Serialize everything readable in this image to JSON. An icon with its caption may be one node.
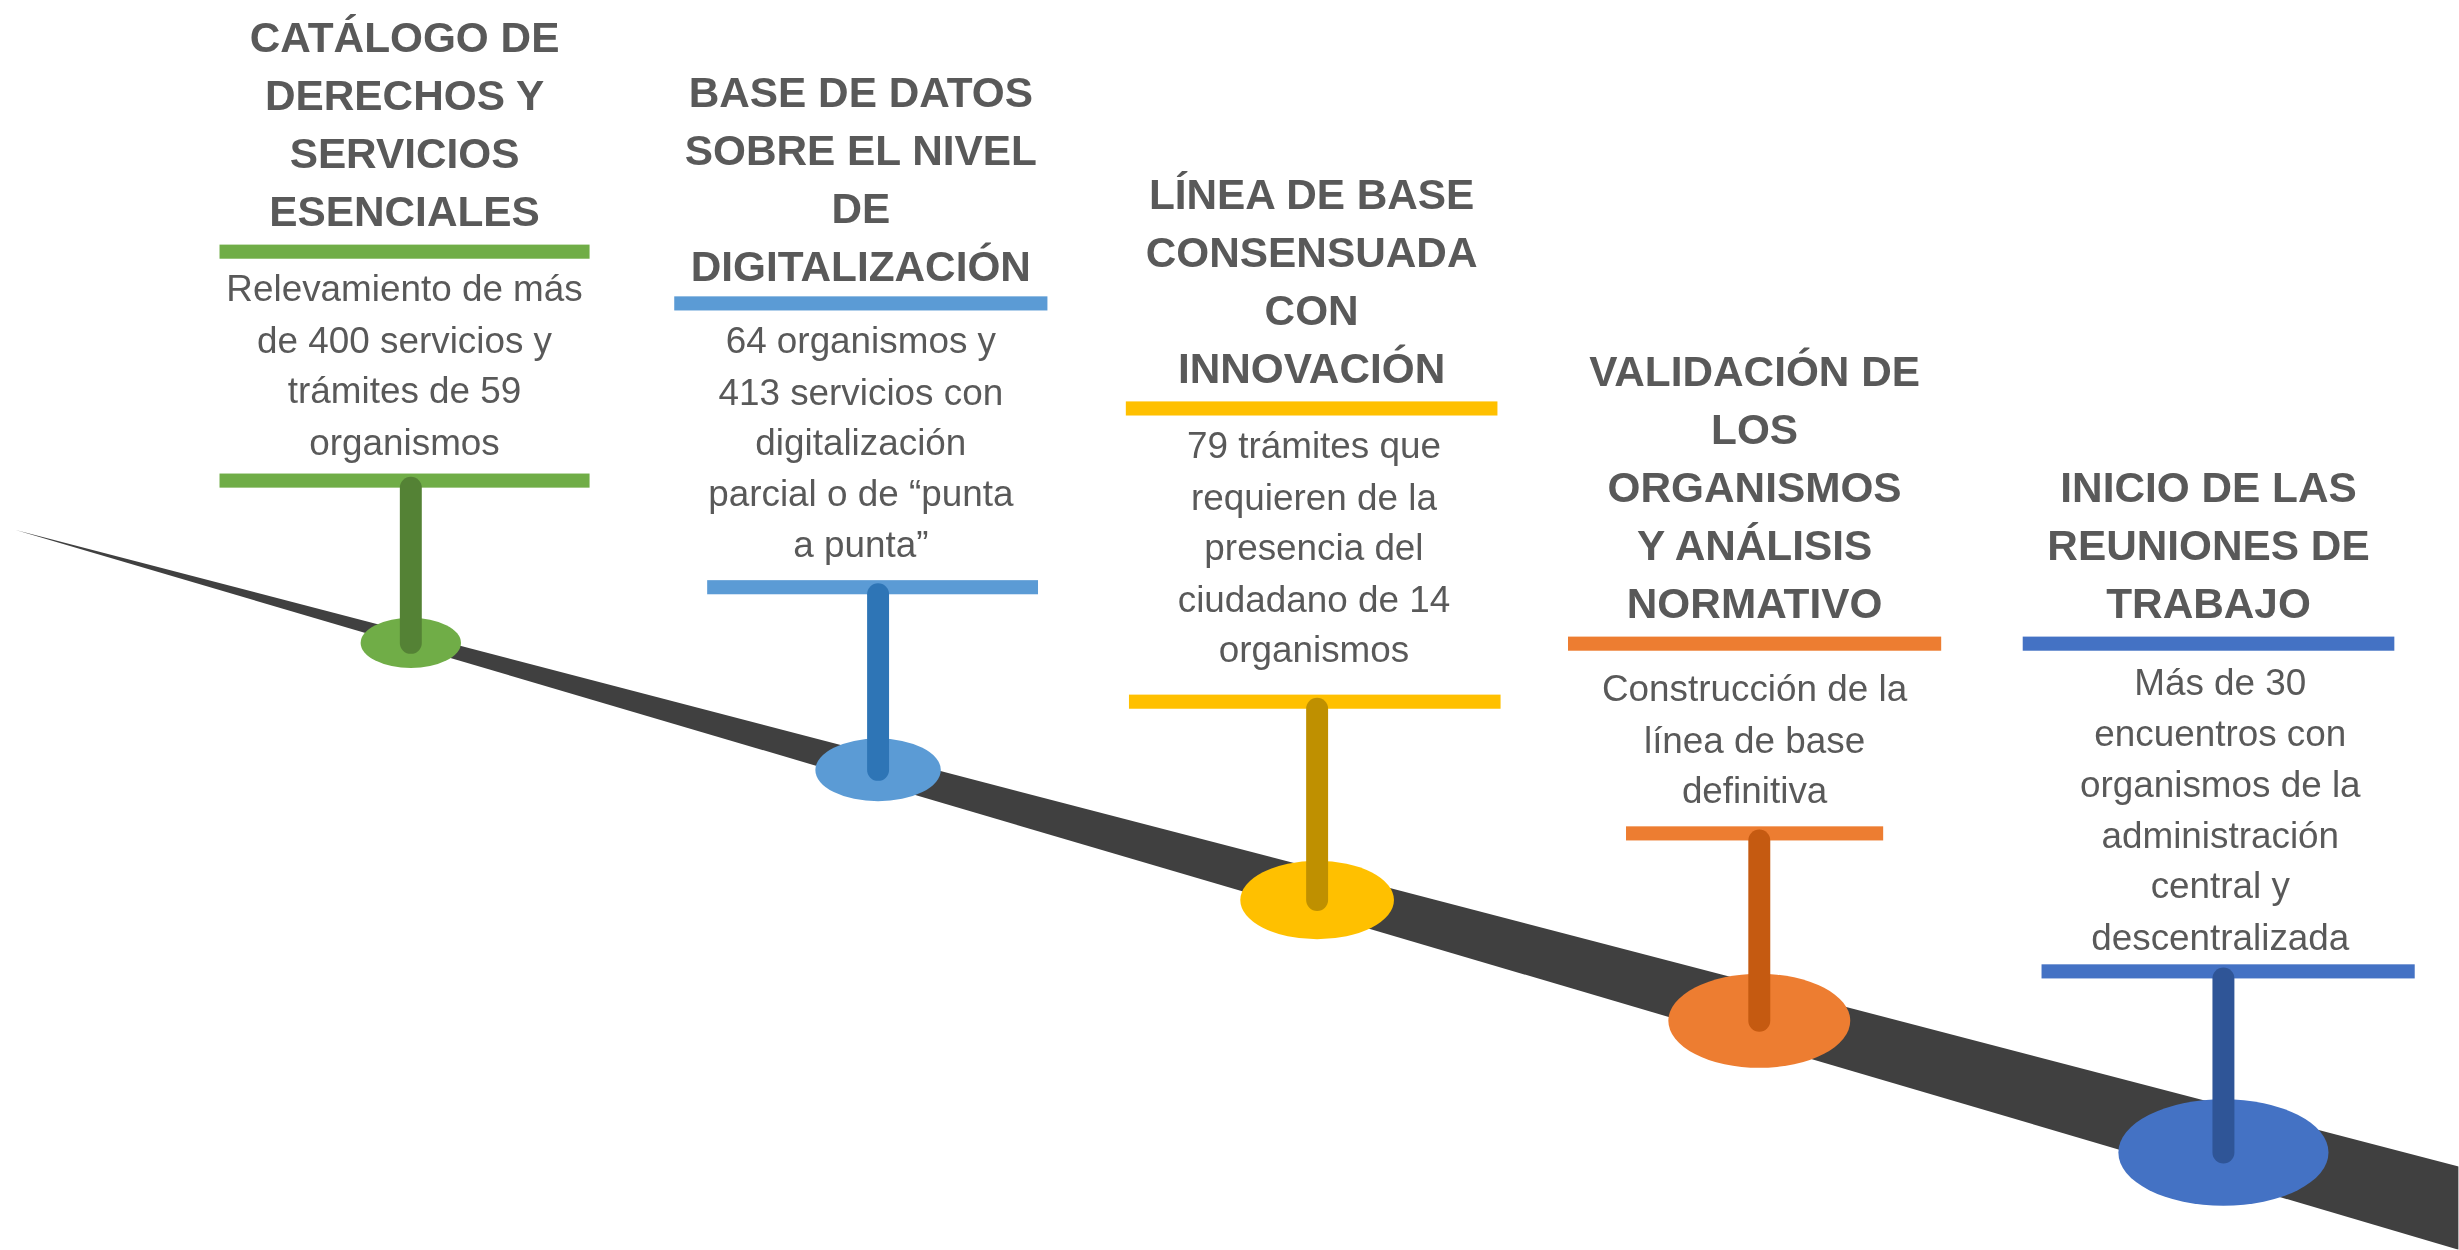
{
  "diagram": {
    "nodes": [
      {
        "text": [
          "CATÁLOGO DE DERECHOS Y SERVICIOS ESENCIALES",
          "Relevamiento de más de 400 servicios y trámites de 59 organismos"
        ]
      },
      {
        "text": [
          "BASE DE DATOS SOBRE EL NIVEL DE DIGITALIZACIÓN",
          "64 organismos y 413 servicios con digitalización parcial o de “punta a punta”"
        ]
      },
      {
        "text": [
          "LÍNEA DE BASE CONSENSUADA CON INNOVACIÓN",
          "79 trámites que requieren de la presencia del ciudadano de 14 organismos"
        ]
      },
      {
        "text": [
          "VALIDACIÓN DE LOS ORGANISMOS Y ANÁLISIS NORMATIVO",
          "Construcción de la línea de base definitiva"
        ]
      },
      {
        "text": [
          "INICIO DE LAS REUNIONES DE TRABAJO",
          "Más de 30 encuentros con organismos de la administración central y descentralizada"
        ]
      }
    ]
  }
}
